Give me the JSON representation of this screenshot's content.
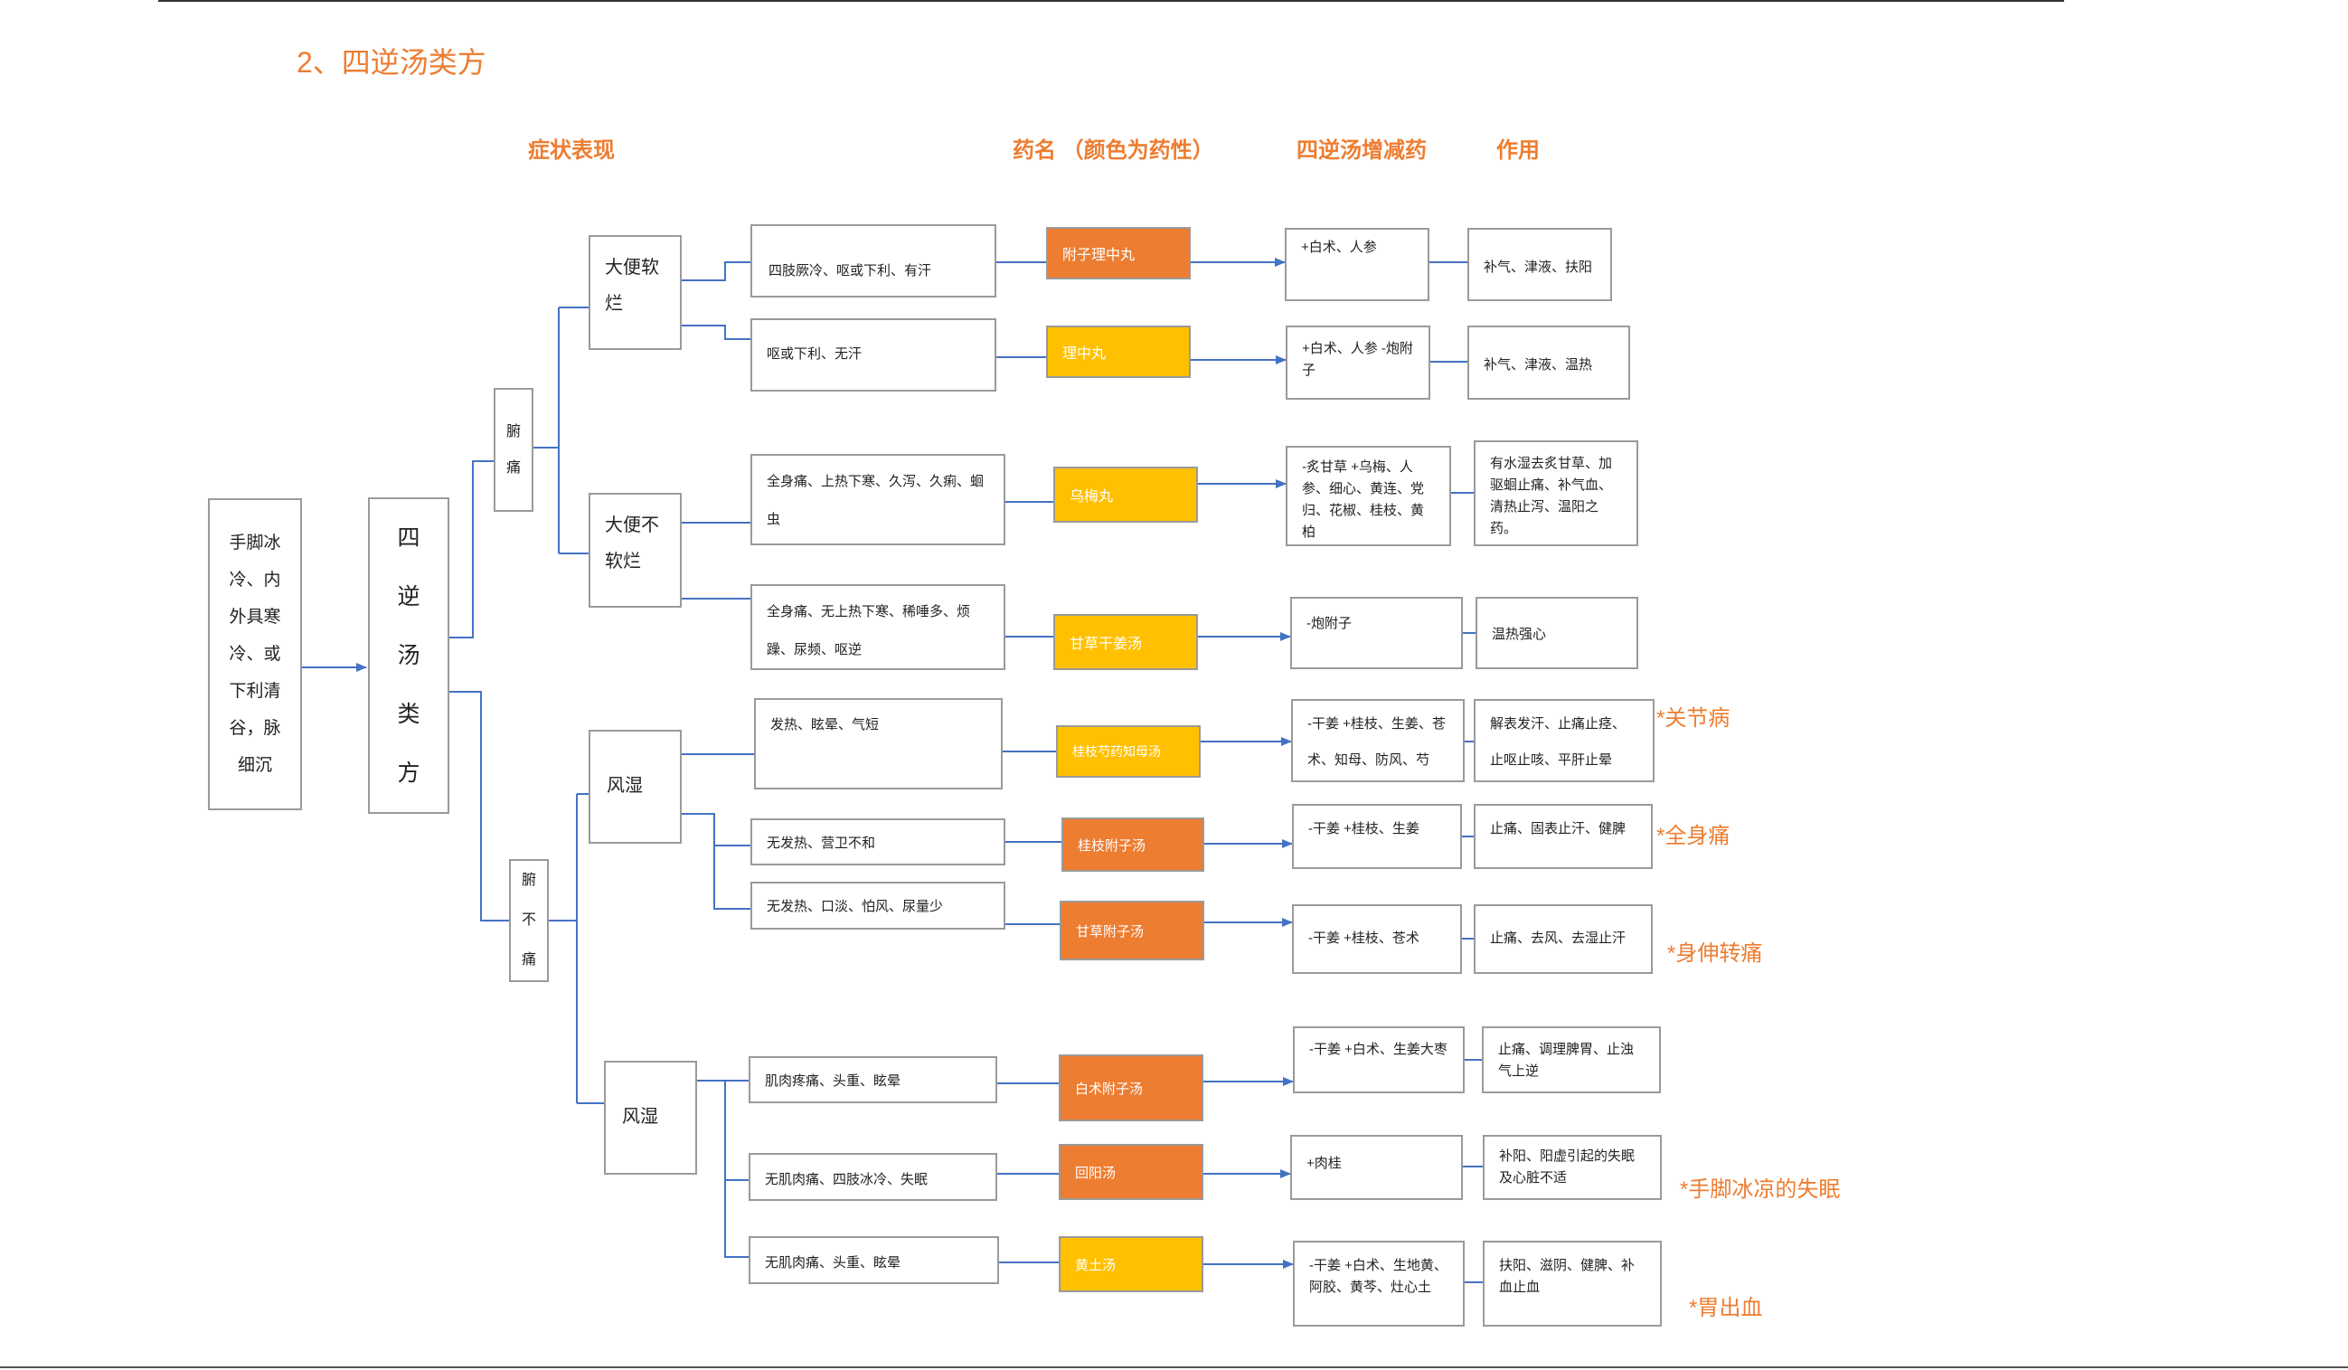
{
  "section_title": "2、四逆汤类方",
  "headers": {
    "symptoms": "症状表现",
    "medicine": "药名 （颜色为药性）",
    "modification": "四逆汤增减药",
    "effect": "作用"
  },
  "root": {
    "symptom": "手脚冰冷、内外具寒冷、或下利清谷，脉细沉",
    "formula": "四逆汤类方"
  },
  "groups": {
    "abdominal_pain": "腑痛",
    "no_abdominal_pain": "腑不痛",
    "loose_stool": "大便软烂",
    "not_loose_stool": "大便不软烂",
    "wind_damp_1": "风湿",
    "wind_damp_2": "风湿"
  },
  "rows": [
    {
      "symptom": "四肢厥冷、呕或下利、有汗",
      "medicine": "附子理中丸",
      "nature": "orange",
      "modify": "+白术、人参",
      "effect": "补气、津液、扶阳",
      "note": ""
    },
    {
      "symptom": "呕或下利、无汗",
      "medicine": "理中丸",
      "nature": "yellow",
      "modify": "+白术、人参 -炮附子",
      "effect": "补气、津液、温热",
      "note": ""
    },
    {
      "symptom": "全身痛、上热下寒、久泻、久痢、蛔虫",
      "medicine": "乌梅丸",
      "nature": "yellow",
      "modify": "-炙甘草 +乌梅、人参、细心、黄连、党归、花椒、桂枝、黄柏",
      "effect": "有水湿去炙甘草、加驱蛔止痛、补气血、清热止泻、温阳之药。",
      "note": ""
    },
    {
      "symptom": "全身痛、无上热下寒、稀唾多、烦躁、尿频、呕逆",
      "medicine": "甘草干姜汤",
      "nature": "yellow",
      "modify": "-炮附子",
      "effect": "温热强心",
      "note": ""
    },
    {
      "symptom": "发热、眩晕、气短",
      "medicine": "桂枝芍药知母汤",
      "nature": "yellow",
      "modify": "-干姜 +桂枝、生姜、苍术、知母、防风、芍",
      "effect": "解表发汗、止痛止痉、止呕止咳、平肝止晕",
      "note": "*关节病"
    },
    {
      "symptom": "无发热、营卫不和",
      "medicine": "桂枝附子汤",
      "nature": "orange",
      "modify": "-干姜 +桂枝、生姜",
      "effect": "止痛、固表止汗、健脾",
      "note": "*全身痛"
    },
    {
      "symptom": "无发热、口淡、怕风、尿量少",
      "medicine": "甘草附子汤",
      "nature": "orange",
      "modify": "-干姜 +桂枝、苍术",
      "effect": "止痛、去风、去湿止汗",
      "note": "*身伸转痛"
    },
    {
      "symptom": "肌肉疼痛、头重、眩晕",
      "medicine": "白术附子汤",
      "nature": "orange",
      "modify": "-干姜 +白术、生姜大枣",
      "effect": "止痛、调理脾胃、止浊气上逆",
      "note": ""
    },
    {
      "symptom": "无肌肉痛、四肢冰冷、失眠",
      "medicine": "回阳汤",
      "nature": "orange",
      "modify": "+肉桂",
      "effect": "补阳、阳虚引起的失眠及心脏不适",
      "note": "*手脚冰凉的失眠"
    },
    {
      "symptom": "无肌肉痛、头重、眩晕",
      "medicine": "黄土汤",
      "nature": "yellow",
      "modify": "-干姜 +白术、生地黄、阿胶、黄芩、灶心土",
      "effect": "扶阳、滋阴、健脾、补血止血",
      "note": "*胃出血"
    }
  ],
  "colors": {
    "accent": "#ED7D31",
    "hot": "#ED7D31",
    "warm": "#FFC000",
    "connector": "#4472C4",
    "border": "#9a9a9a"
  }
}
